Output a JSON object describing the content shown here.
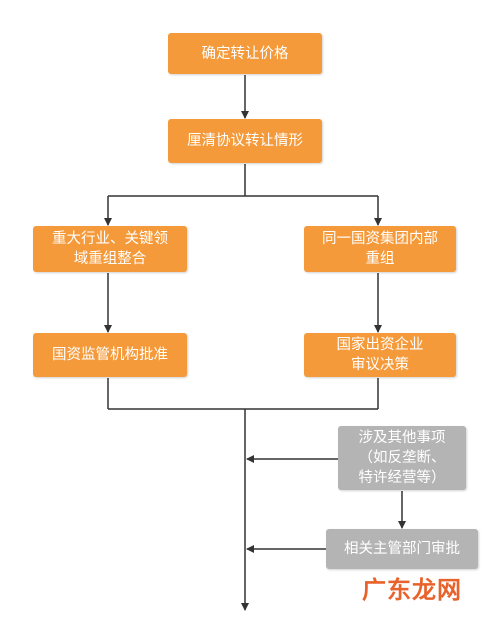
{
  "nodes": {
    "confirm_price": "确定转让价格",
    "clarify_agreement": "厘清协议转让情形",
    "major_industry": "重大行业、关键领\n域重组整合",
    "same_group": "同一国资集团内部\n重组",
    "sasac_approval": "国资监管机构批准",
    "soe_decision": "国家出资企业\n审议决策",
    "other_matters": "涉及其他事项\n（如反垄断、\n特许经营等）",
    "dept_approval": "相关主管部门审批"
  },
  "watermark": "广东龙网",
  "colors": {
    "orange": "#f59a3a",
    "gray": "#b4b4b4",
    "line": "#333333",
    "watermark": "#e8632c"
  }
}
